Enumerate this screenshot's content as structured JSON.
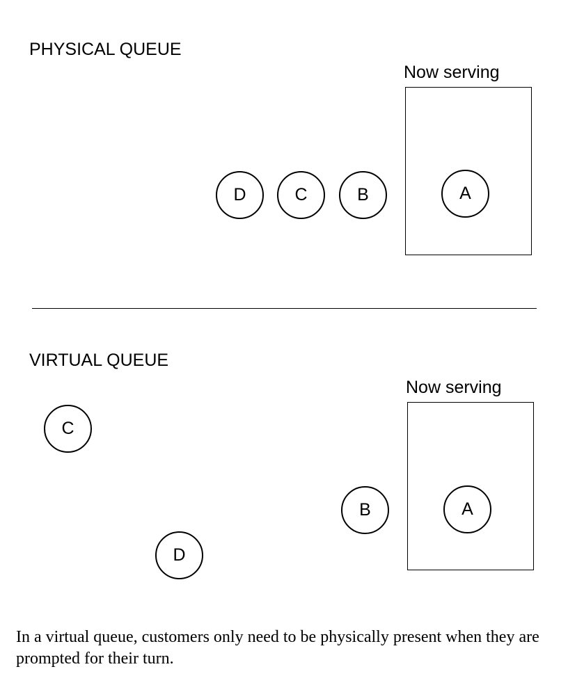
{
  "physical": {
    "title": "PHYSICAL QUEUE",
    "serving_label": "Now serving",
    "serving": "A",
    "waiting": [
      "B",
      "C",
      "D"
    ]
  },
  "virtual": {
    "title": "VIRTUAL QUEUE",
    "serving_label": "Now serving",
    "serving": "A",
    "waiting": [
      "B",
      "C",
      "D"
    ]
  },
  "caption": "In a virtual queue, customers only need to be physically present when they are prompted for their turn."
}
